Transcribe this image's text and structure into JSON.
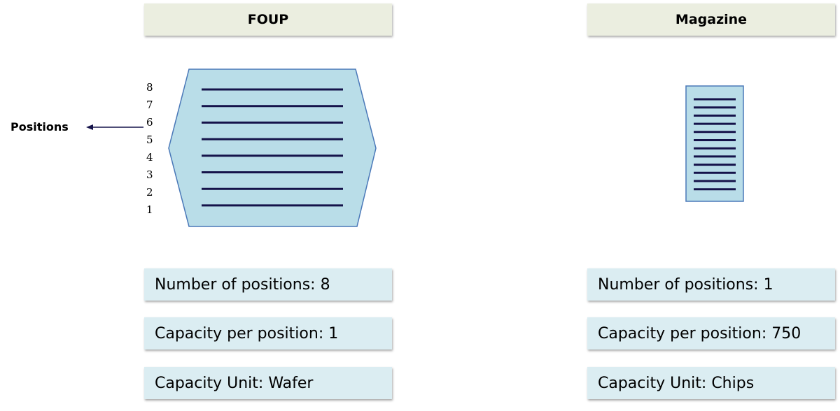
{
  "foup": {
    "title": "FOUP",
    "position_numbers": [
      "8",
      "7",
      "6",
      "5",
      "4",
      "3",
      "2",
      "1"
    ],
    "info": {
      "positions": "Number of positions: 8",
      "capacity": "Capacity per position: 1",
      "unit": "Capacity Unit: Wafer"
    }
  },
  "magazine": {
    "title": "Magazine",
    "info": {
      "positions": "Number of positions: 1",
      "capacity": "Capacity per position: 750",
      "unit": "Capacity Unit: Chips"
    }
  },
  "positions_label": "Positions",
  "colors": {
    "container_fill": "#b9dde8",
    "container_stroke": "#4a78b8",
    "slot_line": "#15134a",
    "header_bg": "#ebeee0",
    "info_bg": "#dbedf2"
  }
}
